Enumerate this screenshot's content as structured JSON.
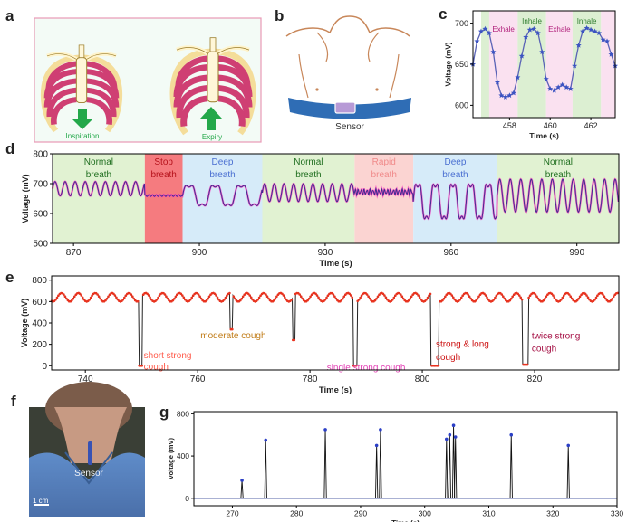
{
  "panels": {
    "a": "a",
    "b": "b",
    "c": "c",
    "d": "d",
    "e": "e",
    "f": "f",
    "g": "g"
  },
  "illustration_a": {
    "left_label": "Inspiration",
    "right_label": "Expiry",
    "arrow_color": "#23a84a",
    "rib_color": "#cf3f73",
    "frame_color": "#e89ab6"
  },
  "illustration_b": {
    "sensor_label": "Sensor",
    "belt_color": "#2f6db5",
    "skin_line_color": "#c8875a"
  },
  "photo_f": {
    "sensor_label": "Sensor",
    "scale_label": "1 cm"
  },
  "chart_data": [
    {
      "id": "c",
      "type": "line",
      "xlabel": "Time (s)",
      "ylabel": "Voltage (mV)",
      "xlim": [
        456.2,
        463.2
      ],
      "ylim": [
        585,
        715
      ],
      "xticks": [
        458,
        460,
        462
      ],
      "yticks": [
        600,
        650,
        700
      ],
      "marker": "star",
      "line_color": "#5a63b6",
      "marker_color": "#3b53c2",
      "regions": [
        {
          "x0": 456.6,
          "x1": 457.0,
          "label": "",
          "color": "#dcefd2"
        },
        {
          "x0": 457.0,
          "x1": 458.4,
          "label": "Exhale",
          "color": "#fae1f0",
          "label_color": "#b01e7a"
        },
        {
          "x0": 458.4,
          "x1": 459.8,
          "label": "Inhale",
          "color": "#dcefd2",
          "label_color": "#2b7a2b"
        },
        {
          "x0": 459.8,
          "x1": 461.1,
          "label": "Exhale",
          "color": "#fae1f0",
          "label_color": "#b01e7a"
        },
        {
          "x0": 461.1,
          "x1": 462.5,
          "label": "Inhale",
          "color": "#dcefd2",
          "label_color": "#2b7a2b"
        },
        {
          "x0": 462.5,
          "x1": 463.2,
          "label": "",
          "color": "#fae1f0"
        }
      ],
      "series": [
        {
          "x": [
            456.2,
            456.4,
            456.6,
            456.8,
            457.0,
            457.2,
            457.4,
            457.6,
            457.8,
            458.0,
            458.2,
            458.4,
            458.6,
            458.8,
            459.0,
            459.2,
            459.4,
            459.6,
            459.8,
            460.0,
            460.2,
            460.4,
            460.6,
            460.8,
            461.0,
            461.2,
            461.4,
            461.6,
            461.8,
            462.0,
            462.2,
            462.4,
            462.6,
            462.8,
            463.0,
            463.2
          ],
          "y": [
            650,
            678,
            690,
            693,
            688,
            665,
            628,
            612,
            610,
            612,
            615,
            634,
            660,
            683,
            692,
            693,
            688,
            665,
            632,
            620,
            618,
            622,
            625,
            622,
            620,
            648,
            673,
            690,
            694,
            692,
            690,
            688,
            680,
            678,
            662,
            648
          ]
        }
      ]
    },
    {
      "id": "d",
      "type": "line",
      "xlabel": "Time (s)",
      "ylabel": "Voltage (mV)",
      "xlim": [
        865,
        1000
      ],
      "ylim": [
        500,
        800
      ],
      "xticks": [
        870,
        900,
        930,
        960,
        990
      ],
      "yticks": [
        500,
        600,
        700,
        800
      ],
      "line_color": "#3f2c8f",
      "overlay_color": "#ff3fbf",
      "regions": [
        {
          "x0": 865,
          "x1": 887,
          "label": "Normal breath",
          "color": "#e1f2d2",
          "label_color": "#1f6e1f"
        },
        {
          "x0": 887,
          "x1": 896,
          "label": "Stop breath",
          "color": "#f57b7f",
          "label_color": "#b5121b"
        },
        {
          "x0": 896,
          "x1": 915,
          "label": "Deep breath",
          "color": "#d6ebf9",
          "label_color": "#4a6fd1"
        },
        {
          "x0": 915,
          "x1": 937,
          "label": "Normal breath",
          "color": "#e1f2d2",
          "label_color": "#1f6e1f"
        },
        {
          "x0": 937,
          "x1": 951,
          "label": "Rapid breath",
          "color": "#fbd4d2",
          "label_color": "#f08a8a"
        },
        {
          "x0": 951,
          "x1": 971,
          "label": "Deep breath",
          "color": "#d6ebf9",
          "label_color": "#4a6fd1"
        },
        {
          "x0": 971,
          "x1": 1000,
          "label": "Normal breath",
          "color": "#e1f2d2",
          "label_color": "#1f6e1f"
        }
      ],
      "segments": [
        {
          "x0": 865,
          "x1": 887,
          "mode": "sine",
          "base": 683,
          "amp": 24,
          "period": 2.4
        },
        {
          "x0": 887,
          "x1": 896,
          "mode": "flat",
          "base": 660,
          "amp": 3
        },
        {
          "x0": 896,
          "x1": 915,
          "mode": "deep",
          "base": 660,
          "amp": 38,
          "period": 6.2
        },
        {
          "x0": 915,
          "x1": 937,
          "mode": "sine",
          "base": 670,
          "amp": 30,
          "period": 2.3
        },
        {
          "x0": 937,
          "x1": 951,
          "mode": "rapid",
          "base": 672,
          "amp": 8,
          "period": 0.7
        },
        {
          "x0": 951,
          "x1": 971,
          "mode": "deep",
          "base": 640,
          "amp": 65,
          "period": 4.2
        },
        {
          "x0": 971,
          "x1": 1000,
          "mode": "sine",
          "base": 660,
          "amp": 55,
          "period": 2.5
        }
      ]
    },
    {
      "id": "e",
      "type": "line",
      "xlabel": "Time (s)",
      "ylabel": "Voltage (mV)",
      "xlim": [
        734,
        835
      ],
      "ylim": [
        -40,
        840
      ],
      "xticks": [
        740,
        760,
        780,
        800,
        820
      ],
      "yticks": [
        0,
        200,
        400,
        600,
        800
      ],
      "line_color": "#222222",
      "marker_color": "#e8331f",
      "baseline": 640,
      "amp": 40,
      "period": 3.0,
      "dips": [
        {
          "t": 749.6,
          "depth": 0,
          "width": 0.5
        },
        {
          "t": 765.8,
          "depth": 340,
          "width": 0.45
        },
        {
          "t": 776.9,
          "depth": 240,
          "width": 0.45
        },
        {
          "t": 787.7,
          "depth": 0,
          "width": 0.7
        },
        {
          "t": 801.5,
          "depth": 0,
          "width": 1.4
        },
        {
          "t": 817.8,
          "depth": 10,
          "width": 1.1
        }
      ],
      "annotations": [
        {
          "text": "short strong",
          "x": 750.4,
          "y": 70,
          "color": "#ff5a4a"
        },
        {
          "text": "cough",
          "x": 750.4,
          "y": -35,
          "color": "#ff5a4a"
        },
        {
          "text": "moderate cough",
          "x": 760.5,
          "y": 255,
          "color": "#c07b16"
        },
        {
          "text": "single strong cough",
          "x": 783,
          "y": -45,
          "color": "#e33fb5"
        },
        {
          "text": "strong & long",
          "x": 802.4,
          "y": 175,
          "color": "#cc1111"
        },
        {
          "text": "cough",
          "x": 802.4,
          "y": 55,
          "color": "#cc1111"
        },
        {
          "text": "twice strong",
          "x": 819.5,
          "y": 250,
          "color": "#a40d42"
        },
        {
          "text": "cough",
          "x": 819.5,
          "y": 135,
          "color": "#a40d42"
        }
      ]
    },
    {
      "id": "g",
      "type": "line",
      "xlabel": "Time (s)",
      "ylabel": "Voltage (mV)",
      "xlim": [
        264,
        330
      ],
      "ylim": [
        -70,
        820
      ],
      "xticks": [
        270,
        280,
        290,
        300,
        310,
        320,
        330
      ],
      "yticks": [
        0,
        400,
        800
      ],
      "line_color": "#1c2f8a",
      "marker_color": "#2b3fc6",
      "spikes": [
        {
          "t": 271.5,
          "h": 170
        },
        {
          "t": 275.2,
          "h": 550
        },
        {
          "t": 284.5,
          "h": 650
        },
        {
          "t": 292.5,
          "h": 500
        },
        {
          "t": 293.1,
          "h": 650
        },
        {
          "t": 303.4,
          "h": 560
        },
        {
          "t": 303.9,
          "h": 600
        },
        {
          "t": 304.5,
          "h": 690
        },
        {
          "t": 304.8,
          "h": 580
        },
        {
          "t": 313.5,
          "h": 600
        },
        {
          "t": 322.4,
          "h": 500
        }
      ]
    }
  ]
}
